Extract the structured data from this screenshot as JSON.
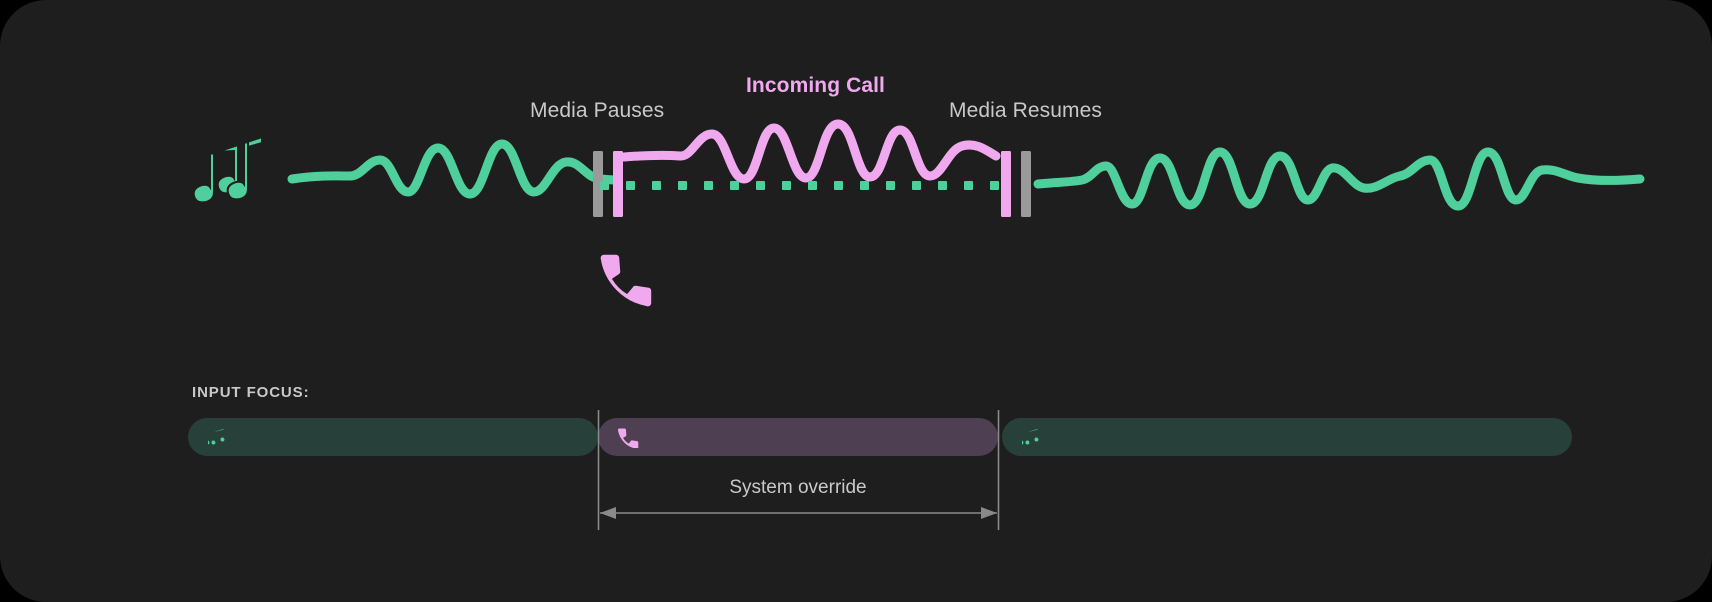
{
  "theme": {
    "background": "#000000",
    "panel": "#1e1e1e",
    "media_green": "#4ecf9b",
    "call_pink": "#f0a9ee",
    "label_gray": "#c9c9c9",
    "marker_gray": "#9a9a9a",
    "media_bar_bg": "#27403a",
    "call_bar_bg": "#4e3f52",
    "guide_line": "#8a8a8a"
  },
  "timeline": {
    "labels": {
      "media_pauses": "Media Pauses",
      "incoming_call": "Incoming Call",
      "media_resumes": "Media Resumes"
    },
    "icons": {
      "music": "music-notes-icon",
      "phone": "phone-icon"
    },
    "segments": [
      {
        "name": "media-playing-before",
        "kind": "waveform",
        "color": "#4ecf9b"
      },
      {
        "name": "pause-marker",
        "kind": "marker-pair",
        "colors": [
          "#9a9a9a",
          "#f0a9ee"
        ]
      },
      {
        "name": "call-active",
        "kind": "waveform",
        "color": "#f0a9ee"
      },
      {
        "name": "media-ducked",
        "kind": "dotted",
        "color": "#4ecf9b"
      },
      {
        "name": "resume-marker",
        "kind": "marker-pair",
        "colors": [
          "#f0a9ee",
          "#9a9a9a"
        ]
      },
      {
        "name": "media-playing-after",
        "kind": "waveform",
        "color": "#4ecf9b"
      }
    ]
  },
  "input_focus": {
    "heading": "INPUT FOCUS:",
    "bars": [
      {
        "name": "media-a",
        "owner": "media",
        "icon": "music-notes-icon"
      },
      {
        "name": "call",
        "owner": "call",
        "icon": "phone-icon"
      },
      {
        "name": "media-b",
        "owner": "media",
        "icon": "music-notes-icon"
      }
    ],
    "annotation": "System override"
  }
}
